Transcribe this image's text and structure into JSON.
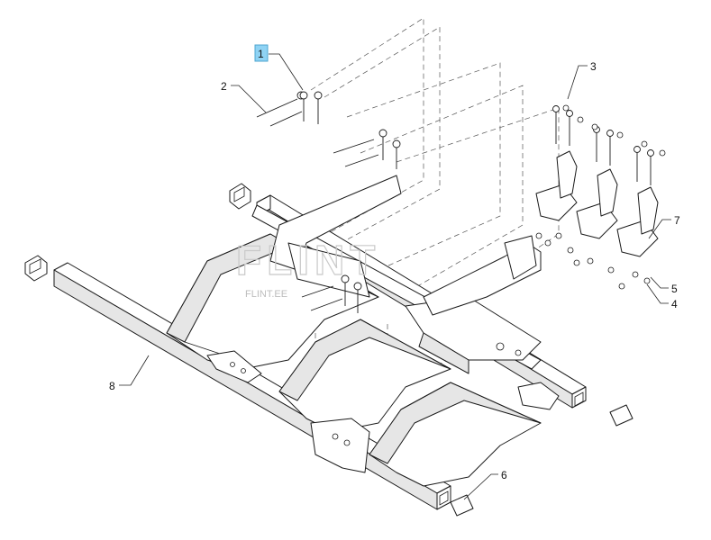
{
  "diagram": {
    "callouts": [
      {
        "id": "c1",
        "label": "1",
        "highlighted": true
      },
      {
        "id": "c2",
        "label": "2"
      },
      {
        "id": "c3",
        "label": "3"
      },
      {
        "id": "c4",
        "label": "4"
      },
      {
        "id": "c5",
        "label": "5"
      },
      {
        "id": "c6",
        "label": "6"
      },
      {
        "id": "c7",
        "label": "7"
      },
      {
        "id": "c8",
        "label": "8"
      }
    ],
    "highlight_color": "#8fd3f4"
  },
  "watermark": {
    "logo": "FLINT",
    "url": "FLINT.EE"
  }
}
